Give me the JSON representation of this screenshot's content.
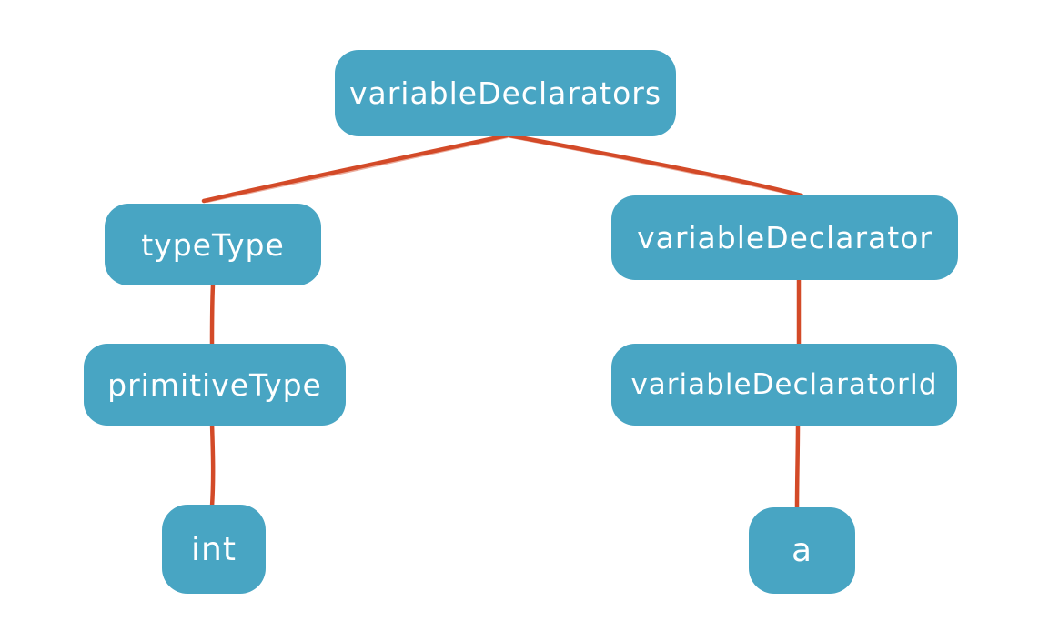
{
  "diagram": {
    "type": "tree",
    "colors": {
      "node_fill": "#48a5c3",
      "node_text": "#ffffff",
      "edge": "#d34a28",
      "background": "#ffffff"
    },
    "nodes": [
      {
        "id": "variableDeclarators",
        "label": "variableDeclarators"
      },
      {
        "id": "typeType",
        "label": "typeType"
      },
      {
        "id": "variableDeclarator",
        "label": "variableDeclarator"
      },
      {
        "id": "primitiveType",
        "label": "primitiveType"
      },
      {
        "id": "variableDeclaratorId",
        "label": "variableDeclaratorId"
      },
      {
        "id": "int",
        "label": "int"
      },
      {
        "id": "a",
        "label": "a"
      }
    ],
    "edges": [
      {
        "from": "variableDeclarators",
        "to": "typeType"
      },
      {
        "from": "variableDeclarators",
        "to": "variableDeclarator"
      },
      {
        "from": "typeType",
        "to": "primitiveType"
      },
      {
        "from": "variableDeclarator",
        "to": "variableDeclaratorId"
      },
      {
        "from": "primitiveType",
        "to": "int"
      },
      {
        "from": "variableDeclaratorId",
        "to": "a"
      }
    ]
  }
}
